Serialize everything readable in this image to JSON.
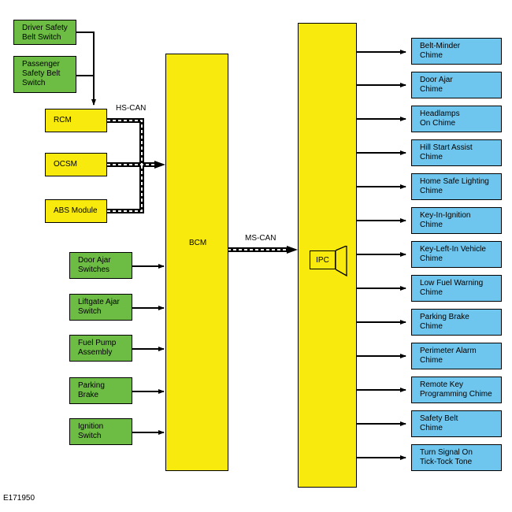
{
  "inputs_top": [
    {
      "name": "driver-safety-belt-switch",
      "label": "Driver Safety\nBelt Switch"
    },
    {
      "name": "passenger-safety-belt-switch",
      "label": "Passenger\nSafety Belt\nSwitch"
    }
  ],
  "hs_modules": [
    {
      "name": "rcm",
      "label": "RCM"
    },
    {
      "name": "ocsm",
      "label": "OCSM"
    },
    {
      "name": "abs-module",
      "label": "ABS Module"
    }
  ],
  "bus_labels": {
    "hs": "HS-CAN",
    "ms": "MS-CAN"
  },
  "inputs_bottom": [
    {
      "name": "door-ajar-switches",
      "label": "Door Ajar\nSwitches"
    },
    {
      "name": "liftgate-ajar-switch",
      "label": "Liftgate Ajar\nSwitch"
    },
    {
      "name": "fuel-pump-assembly",
      "label": "Fuel Pump\nAssembly"
    },
    {
      "name": "parking-brake",
      "label": "Parking\nBrake"
    },
    {
      "name": "ignition-switch",
      "label": "Ignition\nSwitch"
    }
  ],
  "bcm": {
    "label": "BCM"
  },
  "ipc": {
    "label": "IPC"
  },
  "outputs": [
    {
      "name": "belt-minder-chime",
      "label": "Belt-Minder\nChime"
    },
    {
      "name": "door-ajar-chime",
      "label": "Door Ajar\nChime"
    },
    {
      "name": "headlamps-on-chime",
      "label": "Headlamps\nOn Chime"
    },
    {
      "name": "hill-start-assist-chime",
      "label": "Hill Start Assist\nChime"
    },
    {
      "name": "home-safe-lighting-chime",
      "label": "Home Safe Lighting\nChime"
    },
    {
      "name": "key-in-ignition-chime",
      "label": "Key-In-Ignition\nChime"
    },
    {
      "name": "key-left-in-vehicle-chime",
      "label": "Key-Left-In Vehicle\nChime"
    },
    {
      "name": "low-fuel-warning-chime",
      "label": "Low Fuel Warning\nChime"
    },
    {
      "name": "parking-brake-chime",
      "label": "Parking Brake\nChime"
    },
    {
      "name": "perimeter-alarm-chime",
      "label": "Perimeter Alarm\nChime"
    },
    {
      "name": "remote-key-programming-chime",
      "label": "Remote Key\nProgramming Chime"
    },
    {
      "name": "safety-belt-chime",
      "label": "Safety Belt\nChime"
    },
    {
      "name": "turn-signal-on-tick-tock-tone",
      "label": "Turn Signal On\nTick-Tock Tone"
    }
  ],
  "figure_id": "E171950",
  "colors": {
    "input_green": "#6dbd45",
    "module_yellow": "#f7ea0c",
    "output_blue": "#6ec6ef"
  }
}
